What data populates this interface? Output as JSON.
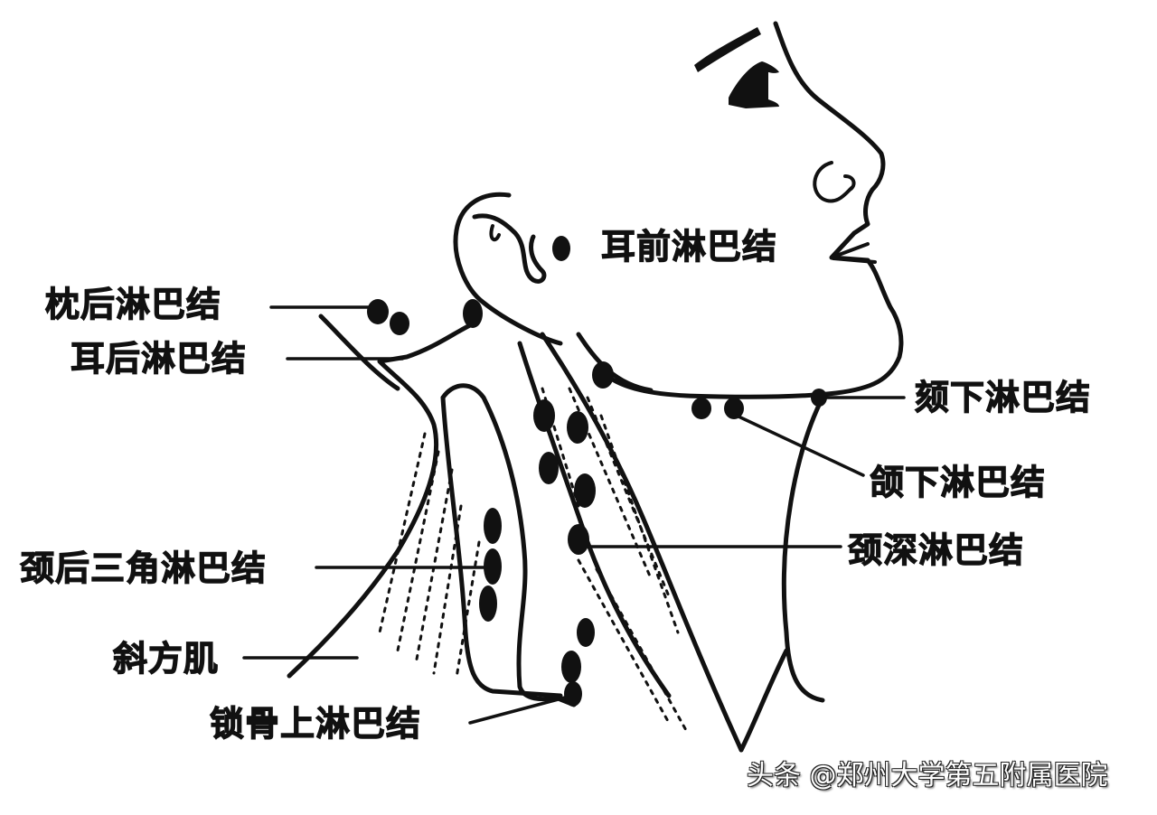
{
  "diagram": {
    "subject": "Cervical lymph node anatomy, lateral view",
    "colors": {
      "ink": "#111111",
      "background": "#ffffff"
    },
    "labels": {
      "preauricular": "耳前淋巴结",
      "occipital": "枕后淋巴结",
      "postauricular": "耳后淋巴结",
      "submental": "颏下淋巴结",
      "submandibular": "颌下淋巴结",
      "deep_cervical": "颈深淋巴结",
      "posterior_triangle": "颈后三角淋巴结",
      "trapezius": "斜方肌",
      "supraclavicular": "锁骨上淋巴结"
    },
    "watermark": "头条 @郑州大学第五附属医院"
  }
}
